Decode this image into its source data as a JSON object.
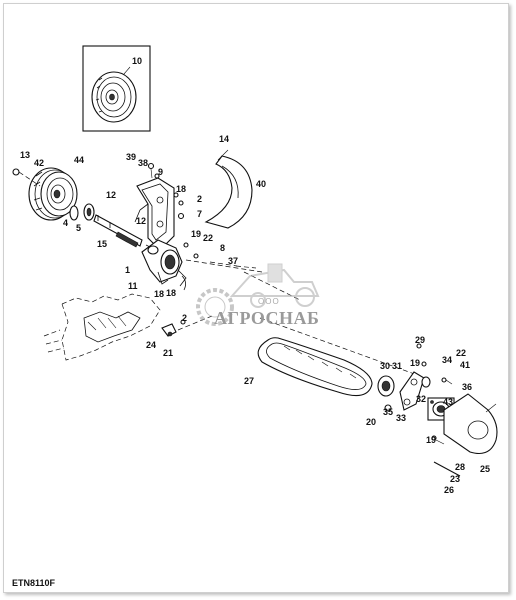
{
  "figure": {
    "code": "ETN8110F",
    "callouts": [
      "10",
      "13",
      "42",
      "44",
      "39",
      "38",
      "9",
      "14",
      "40",
      "12",
      "18",
      "2",
      "7",
      "4",
      "5",
      "15",
      "12",
      "19",
      "22",
      "8",
      "37",
      "1",
      "11",
      "18",
      "18",
      "2",
      "24",
      "21",
      "29",
      "22",
      "34",
      "41",
      "19",
      "30",
      "31",
      "27",
      "36",
      "43",
      "32",
      "35",
      "33",
      "20",
      "19",
      "28",
      "23",
      "26",
      "25"
    ]
  },
  "watermark": {
    "company_type": "ООО",
    "brand": "АГРОСНАБ",
    "logo": "tractor-gear-logo"
  }
}
